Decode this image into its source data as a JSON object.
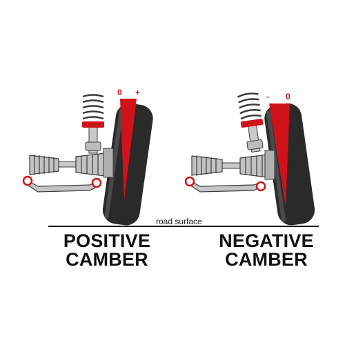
{
  "road_label": "road surface",
  "left": {
    "title_line1": "POSITIVE",
    "title_line2": "CAMBER",
    "mark_a": "0",
    "mark_b": "+"
  },
  "right": {
    "title_line1": "NEGATIVE",
    "title_line2": "CAMBER",
    "mark_a": "-",
    "mark_b": "0"
  },
  "colors": {
    "accent": "#d0121b",
    "tire": "#2a2a2a",
    "metal": "#b9b9b9",
    "outline": "#3a3a3a"
  }
}
